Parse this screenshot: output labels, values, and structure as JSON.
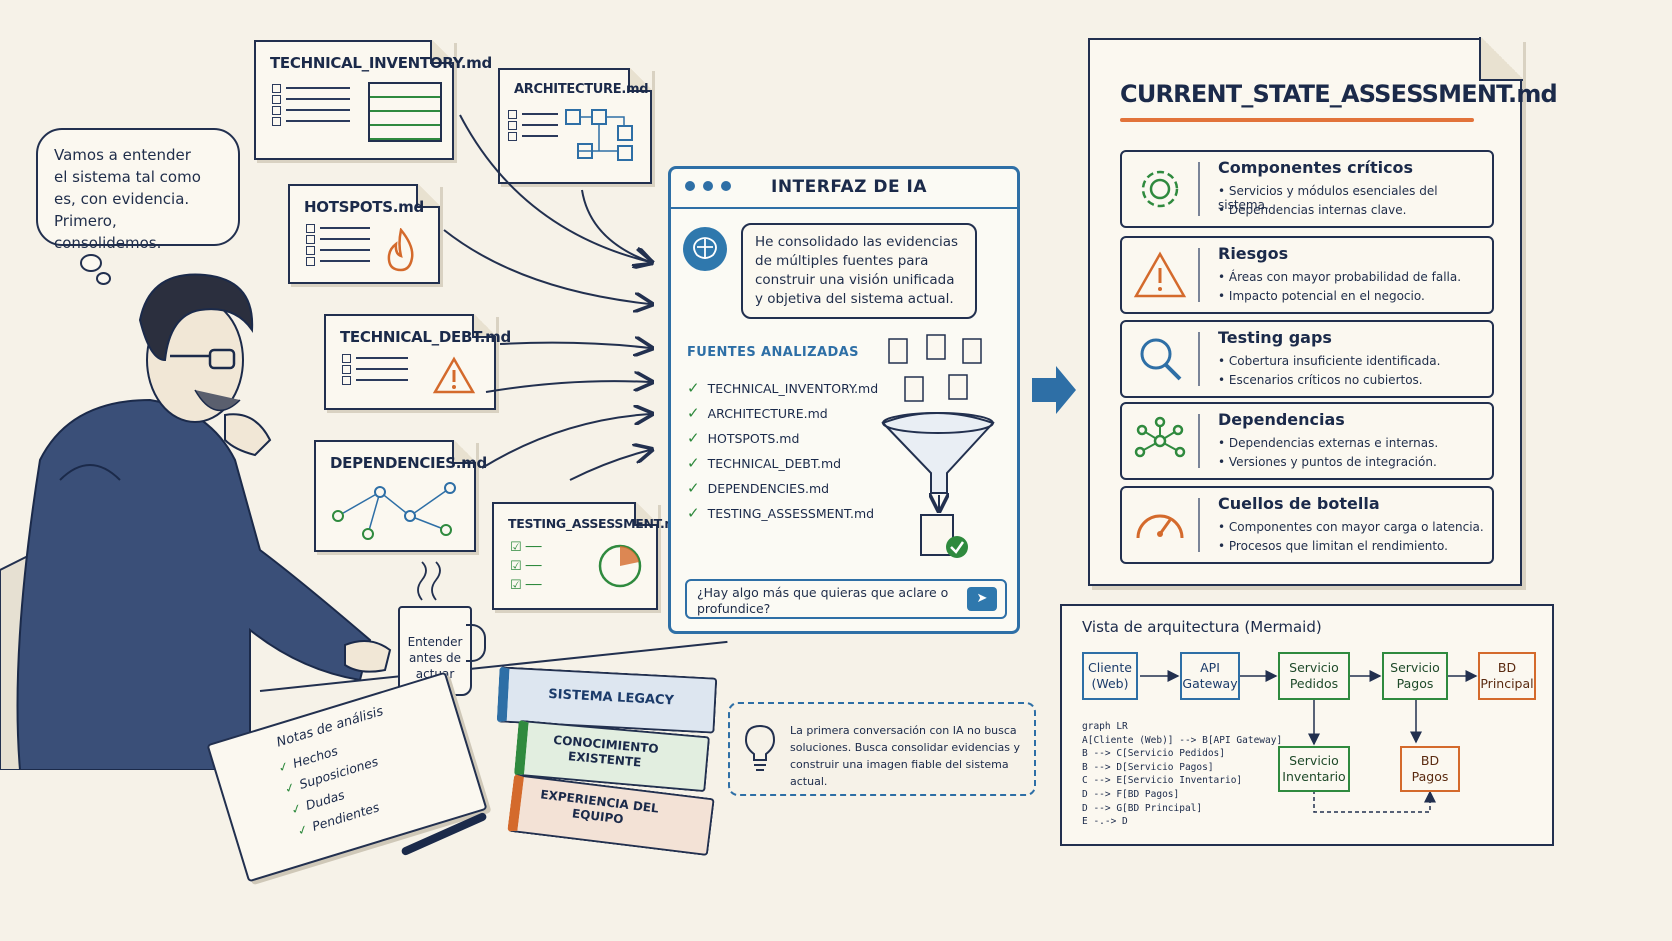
{
  "bubble": {
    "lines": [
      "Vamos a entender",
      "el sistema tal como",
      "es, con evidencia.",
      "Primero, consolidemos."
    ]
  },
  "docs": {
    "technical_inventory": "TECHNICAL_INVENTORY.md",
    "architecture": "ARCHITECTURE.md",
    "hotspots": "HOTSPOTS.md",
    "technical_debt": "TECHNICAL_DEBT.md",
    "dependencies": "DEPENDENCIES.md",
    "testing_assessment": "TESTING_ASSESSMENT.md"
  },
  "ai": {
    "title": "INTERFAZ DE IA",
    "message": "He consolidado las evidencias de múltiples fuentes para construir una visión unificada y objetiva del sistema actual.",
    "sources_heading": "FUENTES ANALIZADAS",
    "sources": [
      "TECHNICAL_INVENTORY.md",
      "ARCHITECTURE.md",
      "HOTSPOTS.md",
      "TECHNICAL_DEBT.md",
      "DEPENDENCIES.md",
      "TESTING_ASSESSMENT.md"
    ],
    "input_placeholder": "¿Hay algo más que quieras que aclare o profundice?"
  },
  "assessment": {
    "title": "CURRENT_STATE_ASSESSMENT.md",
    "cards": [
      {
        "title": "Componentes críticos",
        "icon": "gear-icon",
        "color": "#2f8a3e",
        "lines": [
          "Servicios y módulos esenciales del sistema.",
          "Dependencias internas clave."
        ]
      },
      {
        "title": "Riesgos",
        "icon": "warning-icon",
        "color": "#d46a2c",
        "lines": [
          "Áreas con mayor probabilidad de falla.",
          "Impacto potencial en el negocio."
        ]
      },
      {
        "title": "Testing gaps",
        "icon": "magnifier-icon",
        "color": "#2e6fa6",
        "lines": [
          "Cobertura insuficiente identificada.",
          "Escenarios críticos no cubiertos."
        ]
      },
      {
        "title": "Dependencias",
        "icon": "network-icon",
        "color": "#2f8a3e",
        "lines": [
          "Dependencias externas e internas.",
          "Versiones y puntos de integración."
        ]
      },
      {
        "title": "Cuellos de botella",
        "icon": "gauge-icon",
        "color": "#d46a2c",
        "lines": [
          "Componentes con mayor carga o latencia.",
          "Procesos que limitan el rendimiento."
        ]
      }
    ]
  },
  "mermaid": {
    "title": "Vista de arquitectura (Mermaid)",
    "nodes": {
      "cliente": "Cliente (Web)",
      "api": "API Gateway",
      "pedidos": "Servicio Pedidos",
      "pagos": "Servicio Pagos",
      "bd_principal": "BD Principal",
      "inventario": "Servicio Inventario",
      "bd_pagos": "BD Pagos"
    },
    "code": [
      "graph LR",
      "A[Cliente (Web)] --> B[API Gateway]",
      "B --> C[Servicio Pedidos]",
      "B --> D[Servicio Pagos]",
      "C --> E[Servicio Inventario]",
      "D --> F[BD Pagos]",
      "D --> G[BD Principal]",
      "E -.-> D"
    ]
  },
  "tip": {
    "text": "La primera conversación con IA no busca soluciones. Busca consolidar evidencias y construir una imagen fiable del sistema actual."
  },
  "mug": {
    "text": "Entender antes de actuar"
  },
  "books": [
    "SISTEMA LEGACY",
    "CONOCIMIENTO EXISTENTE",
    "EXPERIENCIA DEL EQUIPO"
  ],
  "notebook": {
    "title": "Notas de análisis",
    "items": [
      "Hechos",
      "Suposiciones",
      "Dudas",
      "Pendientes"
    ]
  },
  "colors": {
    "blue": "#2e6fa6",
    "green": "#2f8a3e",
    "orange": "#d46a2c",
    "ink": "#22304f"
  }
}
